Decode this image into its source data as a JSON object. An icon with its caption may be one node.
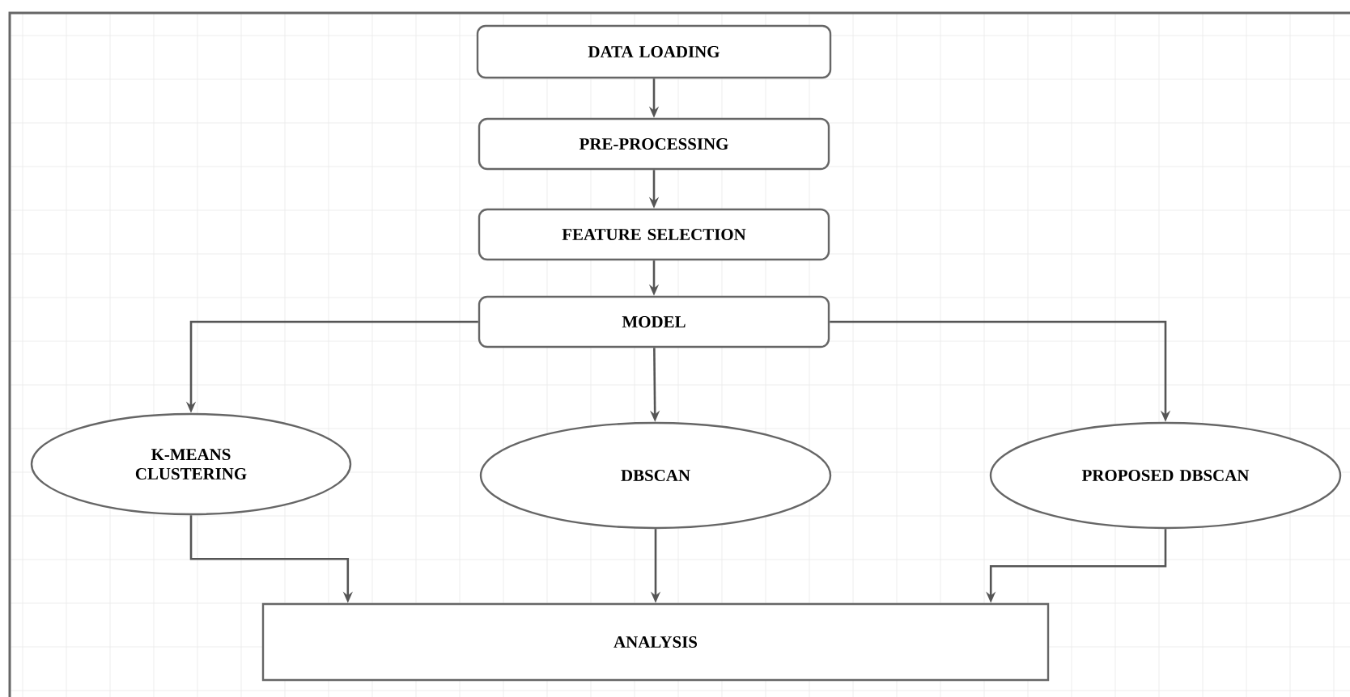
{
  "diagram": {
    "nodes": [
      {
        "text": [
          "DATA LOADING"
        ]
      },
      {
        "text": [
          "PRE-PROCESSING"
        ]
      },
      {
        "text": [
          "FEATURE SELECTION"
        ]
      },
      {
        "text": [
          "MODEL"
        ]
      },
      {
        "text": [
          "K-MEANS CLUSTERING"
        ]
      },
      {
        "text": [
          "DBSCAN"
        ]
      },
      {
        "text": [
          "PROPOSED DBSCAN"
        ]
      },
      {
        "text": [
          "ANALYSIS"
        ]
      }
    ],
    "edges": [
      {
        "from": 0,
        "to": 1,
        "arrow": "to"
      },
      {
        "from": 1,
        "to": 2,
        "arrow": "to"
      },
      {
        "from": 2,
        "to": 3,
        "arrow": "to"
      },
      {
        "from": 3,
        "to": 4,
        "arrow": "to"
      },
      {
        "from": 3,
        "to": 5,
        "arrow": "to"
      },
      {
        "from": 3,
        "to": 6,
        "arrow": "to"
      },
      {
        "from": 4,
        "to": 7,
        "arrow": "to"
      },
      {
        "from": 5,
        "to": 7,
        "arrow": "to"
      },
      {
        "from": 6,
        "to": 7,
        "arrow": "to"
      }
    ]
  }
}
